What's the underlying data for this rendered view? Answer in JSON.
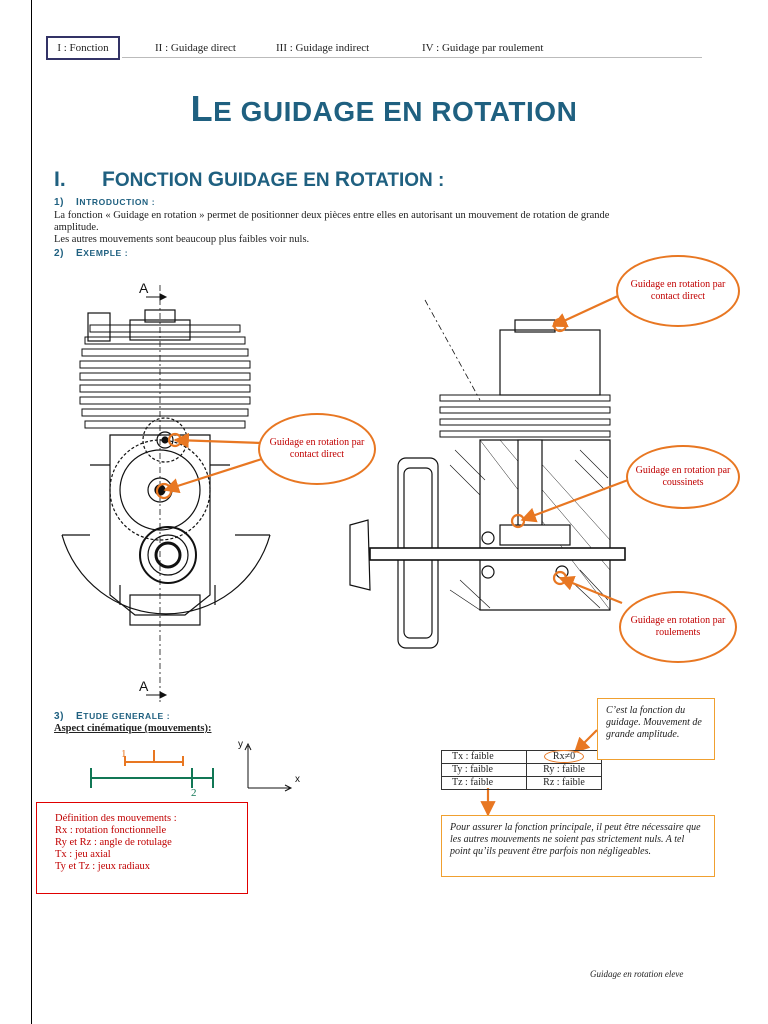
{
  "nav": {
    "tabs": [
      {
        "label": "I : Fonction"
      },
      {
        "label": "II : Guidage direct"
      },
      {
        "label": "III : Guidage indirect"
      },
      {
        "label": "IV : Guidage par roulement"
      }
    ]
  },
  "title": {
    "first": "L",
    "rest": "E GUIDAGE EN ROTATION"
  },
  "section1": {
    "number": "I.",
    "title_parts": [
      {
        "big": "F",
        "small": "ONCTION "
      },
      {
        "big": "G",
        "small": "UIDAGE EN "
      },
      {
        "big": "R",
        "small": "OTATION :"
      }
    ]
  },
  "intro": {
    "number": "1)",
    "big": "I",
    "rest": "NTRODUCTION :",
    "lines": [
      "La fonction « Guidage en rotation » permet de positionner deux pièces entre elles en autorisant un mouvement de rotation de grande",
      "amplitude.",
      "Les autres mouvements sont beaucoup plus faibles voir nuls."
    ]
  },
  "example": {
    "number": "2)",
    "big": "E",
    "rest": "XEMPLE :",
    "section_marks": [
      "A",
      "A"
    ],
    "callouts": [
      {
        "text": "Guidage en rotation par contact direct"
      },
      {
        "text": "Guidage en rotation par contact direct"
      },
      {
        "text": "Guidage en rotation par coussinets"
      },
      {
        "text": "Guidage en rotation par roulements"
      }
    ]
  },
  "general": {
    "number": "3)",
    "big": "E",
    "rest": "TUDE GENERALE :",
    "subheading": "Aspect cinématique (mouvements):",
    "diagram_labels": {
      "part1": "1",
      "part2": "2",
      "axis_x": "x",
      "axis_y": "y"
    },
    "definitions": [
      "Définition des mouvements :",
      "Rx : rotation fonctionnelle",
      "Ry et Rz : angle de rotulage",
      "Tx : jeu axial",
      "Ty et Tz : jeux radiaux"
    ],
    "table": [
      [
        "Tx : faible",
        "Rx≠0"
      ],
      [
        "Ty : faible",
        "Ry : faible"
      ],
      [
        "Tz : faible",
        "Rz : faible"
      ]
    ],
    "note_top": "C’est la fonction du guidage. Mouvement de grande amplitude.",
    "note_bottom": "Pour assurer la fonction principale, il peut être nécessaire que les autres mouvements ne soient pas strictement nuls. A tel point qu’ils peuvent être parfois non négligeables."
  },
  "footer": "Guidage en rotation eleve",
  "colors": {
    "title": "#1f6080",
    "callout_border": "#e87722",
    "callout_text": "#c00000",
    "definition_border": "#e00000"
  }
}
